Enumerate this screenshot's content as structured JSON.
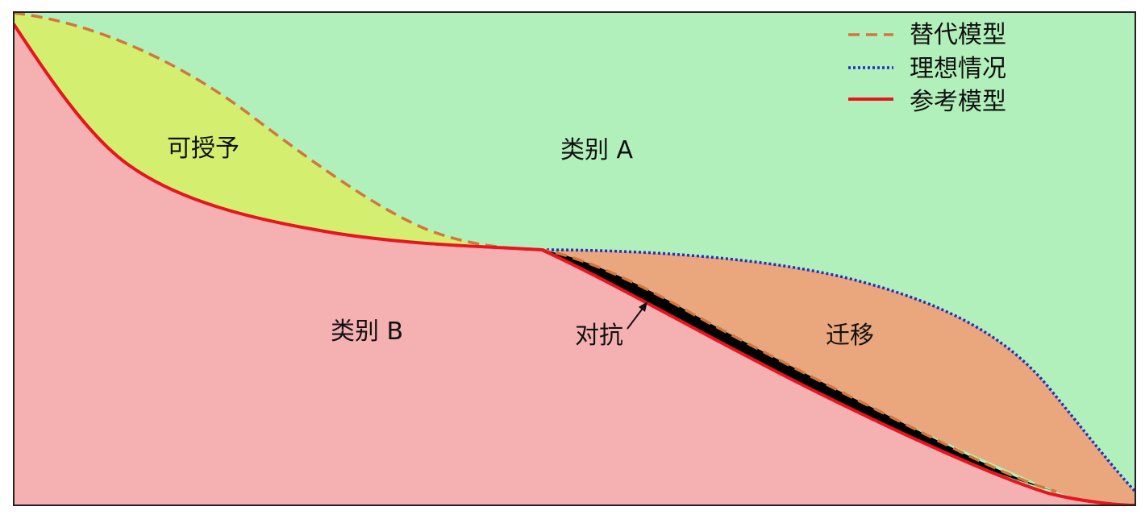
{
  "labels": {
    "class_a": "类别 A",
    "class_b": "类别 B",
    "transferable": "可授予",
    "adversarial": "对抗",
    "transfer": "迁移"
  },
  "legend": [
    {
      "label": "替代模型",
      "style": "dashed",
      "color": "#d2773c"
    },
    {
      "label": "理想情况",
      "style": "dotted",
      "color": "#1f2fc8"
    },
    {
      "label": "参考模型",
      "style": "solid",
      "color": "#e8141e"
    }
  ],
  "colors": {
    "class_a_fill": "#b2f0bb",
    "class_b_fill": "#f5b0b2",
    "transferable_fill": "#d4ee70",
    "transfer_fill": "#eaa67c",
    "adversarial_fill": "#000000",
    "frame": "#222222"
  }
}
